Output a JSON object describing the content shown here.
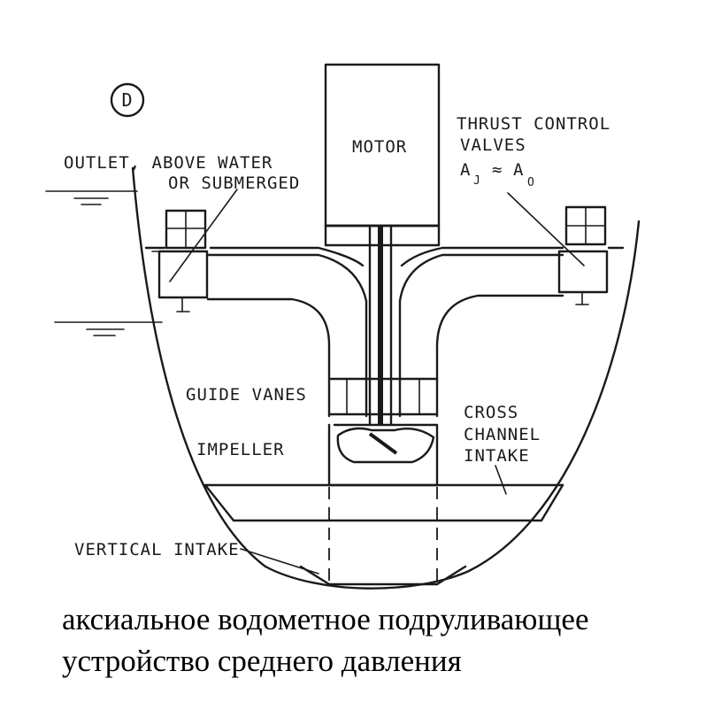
{
  "figure": {
    "letter": "D",
    "labels": {
      "motor": "MOTOR",
      "outlet_line1": "OUTLET, ABOVE WATER",
      "outlet_line2": "OR SUBMERGED",
      "thrust_line1": "THRUST CONTROL",
      "thrust_line2": "VALVES",
      "thrust_formula_a1": "A",
      "thrust_formula_sub1": "J",
      "thrust_formula_op": "≈",
      "thrust_formula_a2": "A",
      "thrust_formula_sub2": "O",
      "guide_vanes": "GUIDE VANES",
      "impeller": "IMPELLER",
      "cross_line1": "CROSS",
      "cross_line2": "CHANNEL",
      "cross_line3": "INTAKE",
      "vertical_intake": "VERTICAL INTAKE"
    }
  },
  "caption": {
    "line1": "аксиальное водометное подруливающее",
    "line2": "устройство среднего давления"
  }
}
